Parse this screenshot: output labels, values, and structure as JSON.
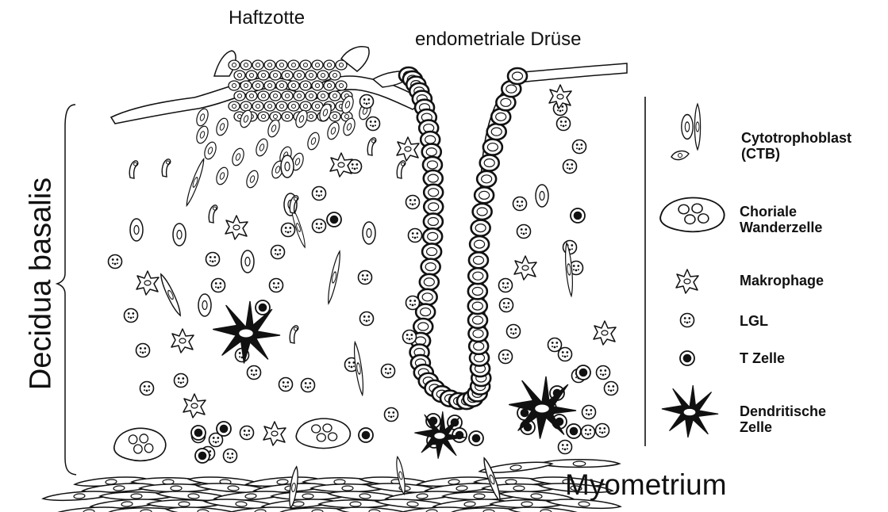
{
  "labels": {
    "haftzotte": "Haftzotte",
    "endometriale_druese": "endometriale Drüse",
    "myometrium": "Myometrium",
    "decidua_basalis": "Decidua basalis"
  },
  "legend": {
    "cytotrophoblast_line1": "Cytotrophoblast",
    "cytotrophoblast_line2": "(CTB)",
    "choriale_line1": "Choriale",
    "choriale_line2": "Wanderzelle",
    "makrophage": "Makrophage",
    "lgl": "LGL",
    "t_zelle": "T Zelle",
    "dendritische_line1": "Dendritische",
    "dendritische_line2": "Zelle"
  },
  "colors": {
    "ink": "#111111",
    "background": "#ffffff"
  }
}
